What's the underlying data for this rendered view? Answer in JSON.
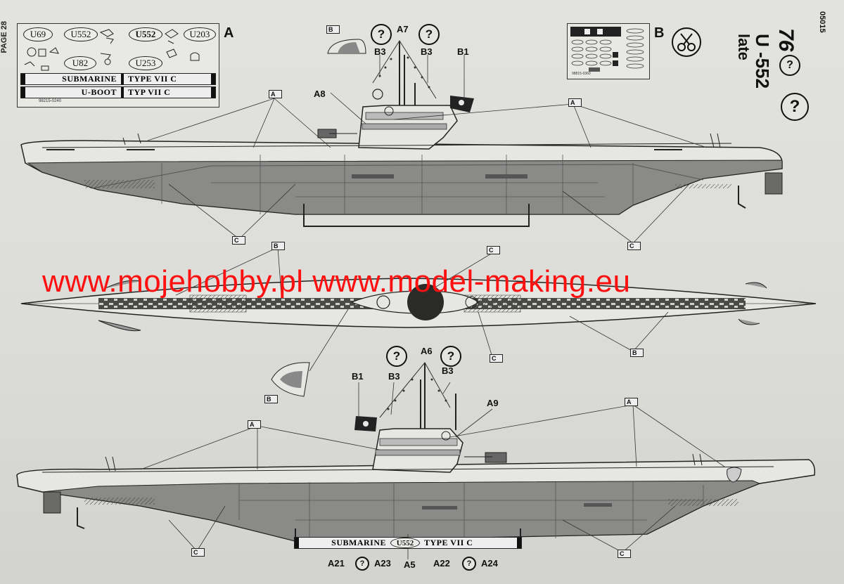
{
  "page_label": "PAGE 28",
  "code": "05015",
  "title": {
    "number": "76",
    "name": "U -552",
    "variant": "late"
  },
  "sheet_a": {
    "label": "A",
    "ovals": [
      "U69",
      "U552",
      "U552",
      "U203",
      "U82",
      "U253"
    ],
    "strip1": [
      "SUBMARINE",
      "TYPE VII C"
    ],
    "strip2": [
      "U-BOOT",
      "TYP VII C"
    ],
    "tiny": "98215-0240"
  },
  "sheet_b": {
    "label": "B",
    "tiny": "98815-0360"
  },
  "callouts": {
    "q": "?",
    "A": "A",
    "B": "B",
    "C": "C",
    "A5": "A5",
    "A6": "A6",
    "A7": "A7",
    "A8": "A8",
    "A9": "A9",
    "B1": "B1",
    "B3": "B3",
    "A21": "A21",
    "A22": "A22",
    "A23": "A23",
    "A24": "A24"
  },
  "bottom_strip": [
    "SUBMARINE",
    "U552",
    "TYPE VII C"
  ],
  "watermark": "www.mojehobby.pl www.model-making.eu",
  "colors": {
    "paper": "#dcdcd8",
    "hull_grey": "#8a8a88",
    "deck_dark": "#3a3a38",
    "ink": "#111111",
    "watermark_red": "#ff1010"
  }
}
